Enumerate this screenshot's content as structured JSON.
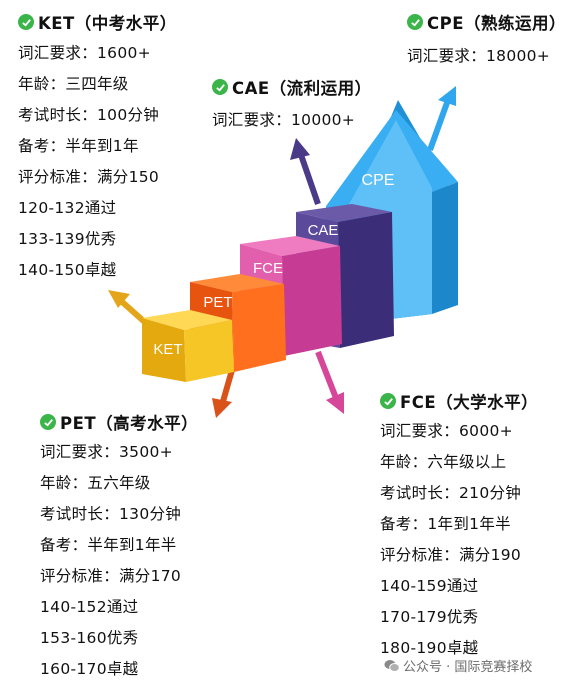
{
  "levels": [
    {
      "label": "KET",
      "title": "KET（中考水平）",
      "lines": [
        "词汇要求：1600+",
        "年龄：三四年级",
        "考试时长：100分钟",
        "备考：半年到1年",
        "评分标准：满分150",
        "120-132通过",
        "133-139优秀",
        "140-150卓越"
      ]
    },
    {
      "label": "PET",
      "title": "PET（高考水平）",
      "lines": [
        "词汇要求：3500+",
        "年龄：五六年级",
        "考试时长：130分钟",
        "备考：半年到1年半",
        "评分标准：满分170",
        "140-152通过",
        "153-160优秀",
        "160-170卓越"
      ]
    },
    {
      "label": "FCE",
      "title": "FCE（大学水平）",
      "lines": [
        "词汇要求：6000+",
        "年龄：六年级以上",
        "考试时长：210分钟",
        "备考：1年到1年半",
        "评分标准：满分190",
        "140-159通过",
        "170-179优秀",
        "180-190卓越"
      ]
    },
    {
      "label": "CAE",
      "title": "CAE（流利运用）",
      "lines": [
        "词汇要求：10000+"
      ]
    },
    {
      "label": "CPE",
      "title": "CPE（熟练运用）",
      "lines": [
        "词汇要求：18000+"
      ]
    }
  ],
  "colors": {
    "ket": "#f3bf1c",
    "pet": "#f26a1b",
    "fce": "#e0509e",
    "cae": "#4a3a88",
    "cpe": "#2fa6ee",
    "check": "#3bb54a"
  },
  "watermark": {
    "icon": "wechat-icon",
    "text": "公众号 · 国际竞赛择校"
  }
}
